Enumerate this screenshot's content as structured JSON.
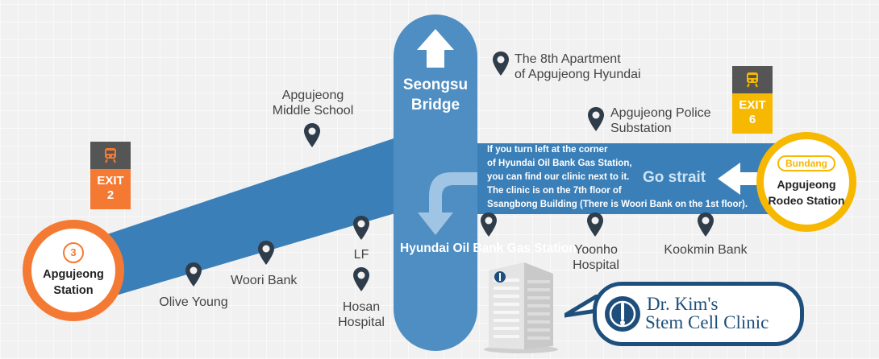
{
  "roads": {
    "bridge_name": [
      "Seongsu",
      "Bridge"
    ],
    "go_straight": "Go strait",
    "gas_station": "Hyundai Oil Bank Gas Station",
    "directions": [
      "If you turn left at the corner",
      "of Hyundai Oil Bank Gas Station,",
      "you can find our clinic next to it.",
      "The clinic is on the 7th floor of",
      "Ssangbong Building (There is Woori Bank on the 1st floor)."
    ]
  },
  "stations": {
    "apgujeong": {
      "line": "3",
      "name": [
        "Apgujeong",
        "Station"
      ],
      "color": "#f47a33"
    },
    "rodeo": {
      "line": "Bundang",
      "name": [
        "Apgujeong",
        "Rodeo Station"
      ],
      "color": "#f6b800"
    }
  },
  "exits": {
    "exit2": {
      "label": "EXIT",
      "number": "2",
      "color": "#f47a33"
    },
    "exit6": {
      "label": "EXIT",
      "number": "6",
      "color": "#f6b800"
    }
  },
  "landmarks": {
    "apartment": [
      "The 8th Apartment",
      "of Apgujeong Hyundai"
    ],
    "middle_school": [
      "Apgujeong",
      "Middle School"
    ],
    "police": [
      "Apgujeong Police",
      "Substation"
    ],
    "olive_young": "Olive Young",
    "woori_bank": "Woori Bank",
    "lf": "LF",
    "hosan": [
      "Hosan",
      "Hospital"
    ],
    "yoonho": [
      "Yoonho",
      "Hospital"
    ],
    "kookmin": "Kookmin Bank"
  },
  "clinic": {
    "name": [
      "Dr. Kim's",
      "Stem Cell Clinic"
    ]
  },
  "colors": {
    "road": "#4f8ec2",
    "road_dark": "#3b7fb8",
    "pin": "#2f3d4b",
    "clinic": "#1e4f7c"
  },
  "icons": [
    "train-icon",
    "map-pin-icon",
    "arrow-up-icon",
    "arrow-left-icon",
    "arrow-turn-down-icon",
    "building-icon",
    "clinic-logo-icon"
  ]
}
